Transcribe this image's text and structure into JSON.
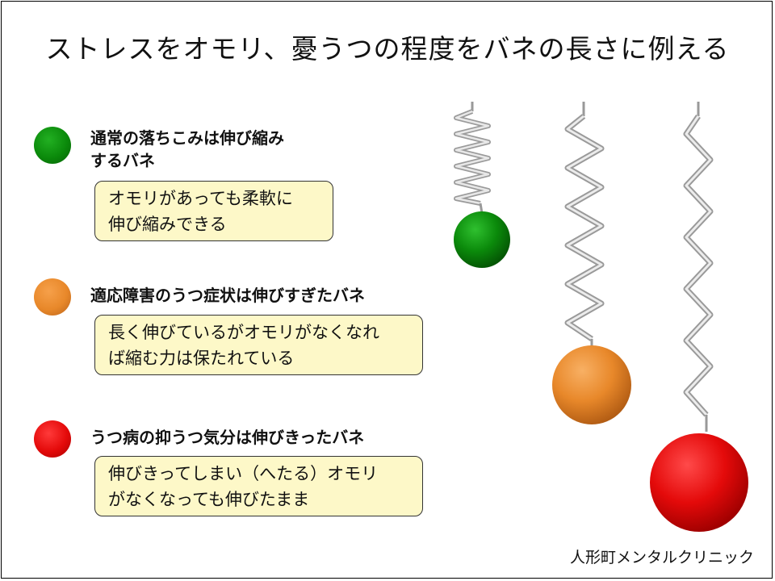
{
  "title": "ストレスをオモリ、憂うつの程度をバネの長さに例える",
  "items": [
    {
      "heading_line1": "通常の落ちこみは伸び縮み",
      "heading_line2": "するバネ",
      "note_line1": "オモリがあっても柔軟に",
      "note_line2": "伸び縮みできる",
      "color": "#0b8a0b"
    },
    {
      "heading_line1": "適応障害のうつ症状は伸びすぎたバネ",
      "note_line1": "長く伸びているがオモリがなくなれ",
      "note_line2": "ば縮む力は保たれている",
      "color": "#e8882a"
    },
    {
      "heading_line1": "うつ病の抑うつ気分は伸びきったバネ",
      "note_line1": "伸びきってしまい（へたる）オモリ",
      "note_line2": "がなくなっても伸びたまま",
      "color": "#e40a0a"
    }
  ],
  "credit": "人形町メンタルクリニック"
}
